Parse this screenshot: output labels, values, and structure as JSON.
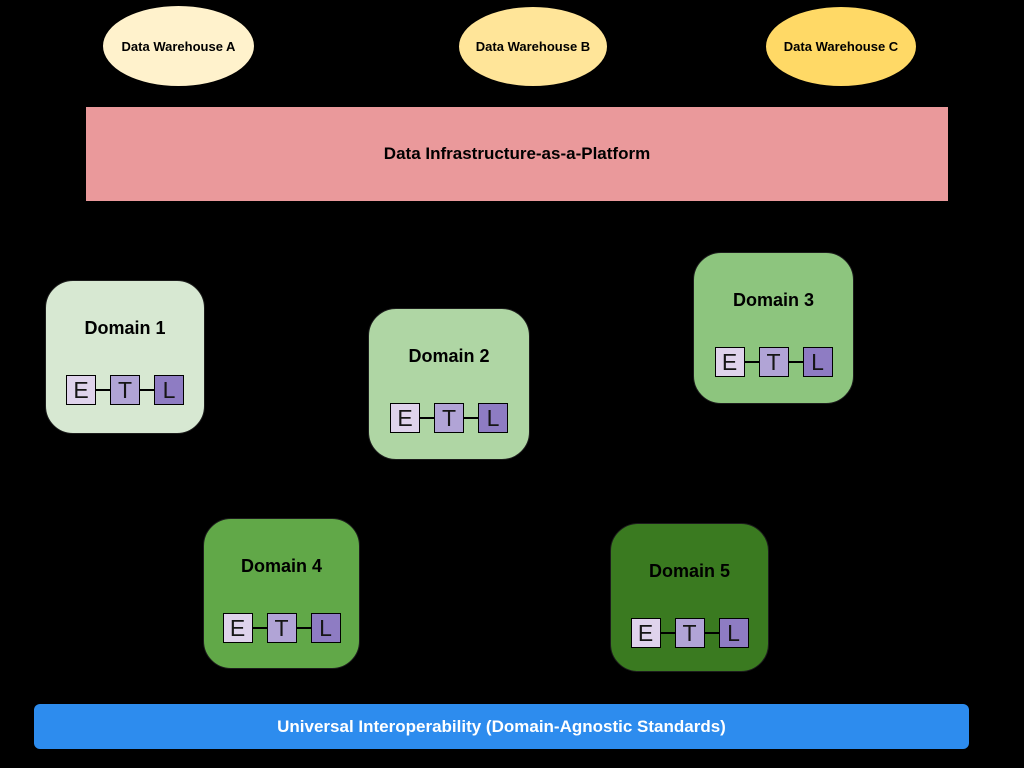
{
  "background_color": "#000000",
  "warehouses": [
    {
      "label": "Data Warehouse A",
      "color": "#FFF2CC"
    },
    {
      "label": "Data Warehouse B",
      "color": "#FFE599"
    },
    {
      "label": "Data Warehouse C",
      "color": "#FFD966"
    }
  ],
  "platform_banner": {
    "label": "Data Infrastructure-as-a-Platform",
    "color": "#EA999B",
    "text_color": "#000000"
  },
  "domains": [
    {
      "label": "Domain 1",
      "color": "#D7E8D2"
    },
    {
      "label": "Domain 2",
      "color": "#AFD6A4"
    },
    {
      "label": "Domain 3",
      "color": "#8DC57E"
    },
    {
      "label": "Domain 4",
      "color": "#61A848"
    },
    {
      "label": "Domain 5",
      "color": "#3A7A20"
    }
  ],
  "etl": {
    "letters": [
      "E",
      "T",
      "L"
    ],
    "colors": [
      "#DFD3EC",
      "#B1A4D6",
      "#8E7CC3"
    ]
  },
  "interoperability_banner": {
    "label": "Universal Interoperability (Domain-Agnostic Standards)",
    "color": "#2D8CEE",
    "text_color": "#FFFFFF"
  }
}
